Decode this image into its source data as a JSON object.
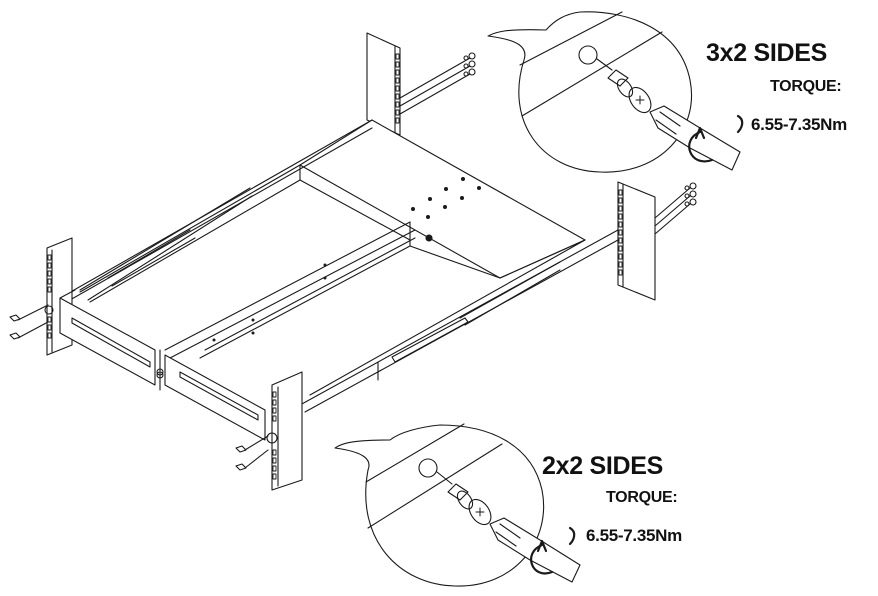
{
  "diagram": {
    "type": "rack-rail-installation",
    "line_color": "#1a1a1a",
    "background": "#ffffff"
  },
  "callouts": [
    {
      "id": "rear",
      "sides_label": "3x2 SIDES",
      "torque_label": "TORQUE:",
      "torque_value": "6.55-7.35Nm"
    },
    {
      "id": "front",
      "sides_label": "2x2 SIDES",
      "torque_label": "TORQUE:",
      "torque_value": "6.55-7.35Nm"
    }
  ],
  "icons": {
    "screw": "screw-icon",
    "screwdriver": "screwdriver-icon",
    "rotate_arrow": "clockwise-rotation-icon"
  }
}
